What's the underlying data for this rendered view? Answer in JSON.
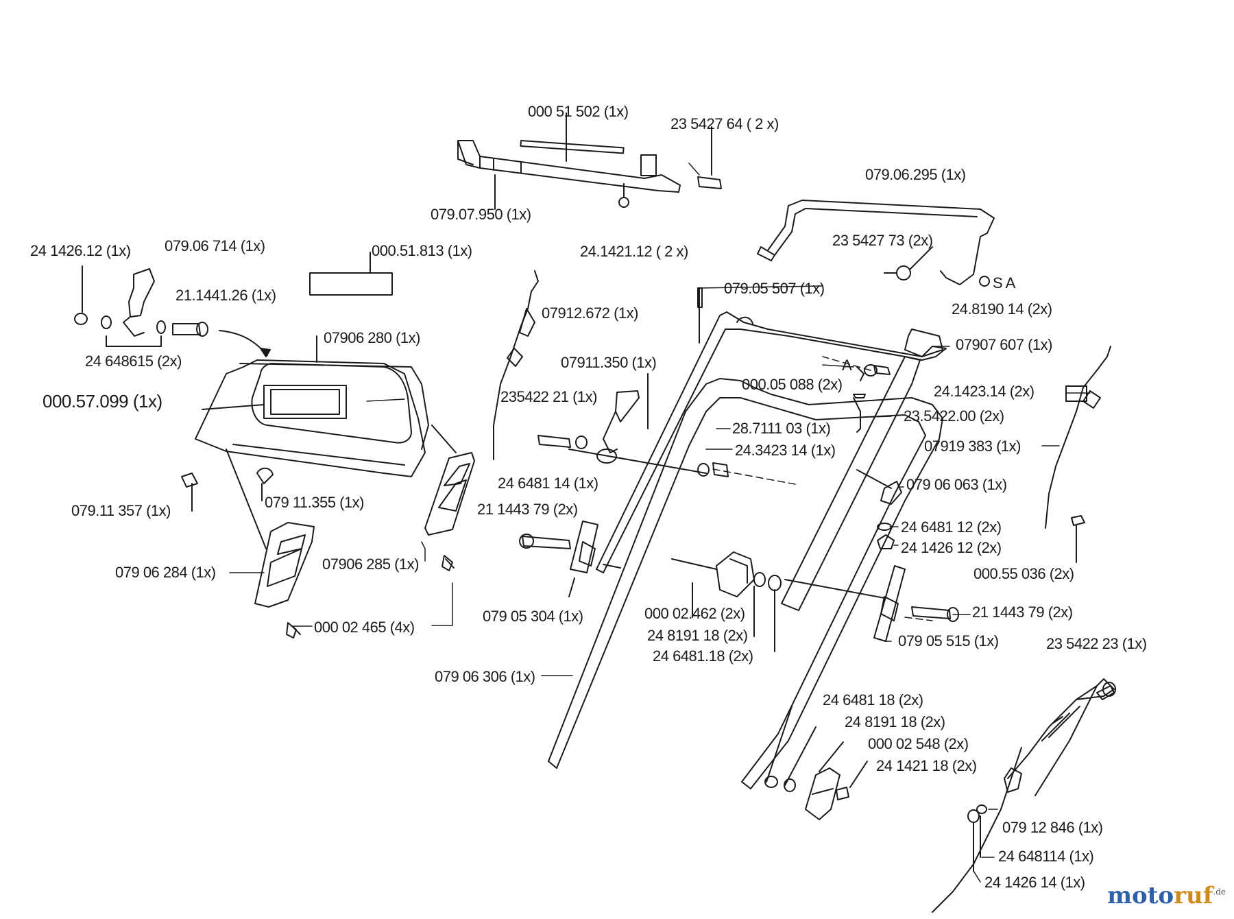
{
  "parts": [
    {
      "id": "p1",
      "label": "000 51 502 (1x)"
    },
    {
      "id": "p2",
      "label": "23 5427 64 ( 2 x)"
    },
    {
      "id": "p3",
      "label": "079.07.950  (1x)"
    },
    {
      "id": "p4",
      "label": "24.1421.12 ( 2 x)"
    },
    {
      "id": "p5",
      "label": "079.06.295 (1x)"
    },
    {
      "id": "p6",
      "label": "23 5427 73 (2x)"
    },
    {
      "id": "p7",
      "label": "S A"
    },
    {
      "id": "p8",
      "label": "24.8190 14  (2x)"
    },
    {
      "id": "p9",
      "label": "24 1426.12 (1x)"
    },
    {
      "id": "p10",
      "label": "079.06 714  (1x)"
    },
    {
      "id": "p11",
      "label": "000.51.813 (1x)"
    },
    {
      "id": "p12",
      "label": "21.1441.26 (1x)"
    },
    {
      "id": "p13",
      "label": "24 648615 (2x)"
    },
    {
      "id": "p14",
      "label": "07906 280 (1x)"
    },
    {
      "id": "p15",
      "label": "07912.672 (1x)"
    },
    {
      "id": "p16",
      "label": "079.05 507  (1x)"
    },
    {
      "id": "p17",
      "label": "07907 607 (1x)"
    },
    {
      "id": "p18",
      "label": "07911.350 (1x)"
    },
    {
      "id": "p19",
      "label": "A"
    },
    {
      "id": "p20",
      "label": "000.05 088 (2x)"
    },
    {
      "id": "p21",
      "label": "000.57.099 (1x)"
    },
    {
      "id": "p22",
      "label": "235422 21 (1x)"
    },
    {
      "id": "p23",
      "label": "28.7111 03 (1x)"
    },
    {
      "id": "p24",
      "label": "24.3423 14 (1x)"
    },
    {
      "id": "p25",
      "label": "24.1423.14 (2x)"
    },
    {
      "id": "p26",
      "label": "23.5422.00 (2x)"
    },
    {
      "id": "p27",
      "label": "07919 383 (1x)"
    },
    {
      "id": "p28",
      "label": "24 6481 14  (1x)"
    },
    {
      "id": "p29",
      "label": "079.11 357 (1x)"
    },
    {
      "id": "p30",
      "label": "079 11.355 (1x)"
    },
    {
      "id": "p31",
      "label": "21 1443 79 (2x)"
    },
    {
      "id": "p32",
      "label": "079 06 063  (1x)"
    },
    {
      "id": "p33",
      "label": "24 6481 12  (2x)"
    },
    {
      "id": "p34",
      "label": "24 1426 12 (2x)"
    },
    {
      "id": "p35",
      "label": "000.55 036 (2x)"
    },
    {
      "id": "p36",
      "label": "079 06 284  (1x)"
    },
    {
      "id": "p37",
      "label": "07906 285 (1x)"
    },
    {
      "id": "p38",
      "label": "000 02.462 (2x)"
    },
    {
      "id": "p39",
      "label": "21 1443 79 (2x)"
    },
    {
      "id": "p40",
      "label": "079 05 304 (1x)"
    },
    {
      "id": "p41",
      "label": "24 8191 18 (2x)"
    },
    {
      "id": "p42",
      "label": "079 05 515  (1x)"
    },
    {
      "id": "p43",
      "label": "000 02 465 (4x)"
    },
    {
      "id": "p44",
      "label": "24 6481.18 (2x)"
    },
    {
      "id": "p45",
      "label": "23 5422 23 (1x)"
    },
    {
      "id": "p46",
      "label": "079 06 306 (1x)"
    },
    {
      "id": "p47",
      "label": "24 6481 18  (2x)"
    },
    {
      "id": "p48",
      "label": "24 8191 18  (2x)"
    },
    {
      "id": "p49",
      "label": "000 02 548  (2x)"
    },
    {
      "id": "p50",
      "label": "24 1421 18  (2x)"
    },
    {
      "id": "p51",
      "label": "079 12 846 (1x)"
    },
    {
      "id": "p52",
      "label": "24  648114 (1x)"
    },
    {
      "id": "p53",
      "label": "24 1426 14 (1x)"
    }
  ],
  "watermark": {
    "part1": "moto",
    "part2": "ruf",
    "suffix": ".de"
  }
}
